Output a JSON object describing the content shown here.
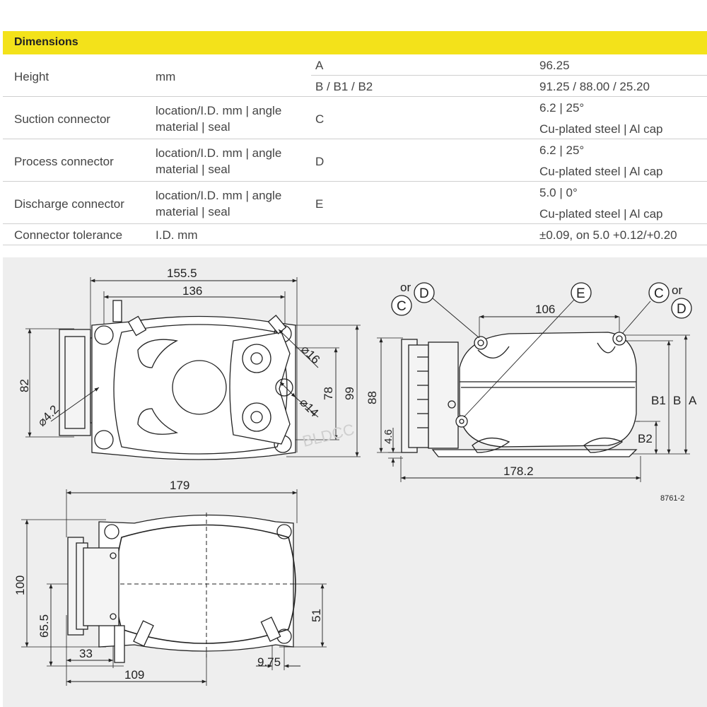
{
  "header": {
    "title": "Dimensions"
  },
  "table": {
    "height": {
      "label": "Height",
      "unit": "mm",
      "loc_a": "A",
      "val_a": "96.25",
      "loc_b": "B / B1 / B2",
      "val_b": "91.25 / 88.00 / 25.20"
    },
    "suction": {
      "label": "Suction connector",
      "unit1": "location/I.D. mm | angle",
      "unit2": "material | seal",
      "loc": "C",
      "val1": "6.2 | 25°",
      "val2": "Cu-plated steel | Al cap"
    },
    "process": {
      "label": "Process connector",
      "unit1": "location/I.D. mm | angle",
      "unit2": "material | seal",
      "loc": "D",
      "val1": "6.2 | 25°",
      "val2": "Cu-plated steel | Al cap"
    },
    "discharge": {
      "label": "Discharge connector",
      "unit1": "location/I.D. mm | angle",
      "unit2": "material | seal",
      "loc": "E",
      "val1": "5.0 | 0°",
      "val2": "Cu-plated steel | Al cap"
    },
    "tolerance": {
      "label": "Connector tolerance",
      "unit": "I.D. mm",
      "val": "±0.09, on 5.0 +0.12/+0.20"
    }
  },
  "drawing": {
    "top_view": {
      "d155": "155.5",
      "d136": "136",
      "d82": "82",
      "d78": "78",
      "d99": "99",
      "dia16": "⌀16",
      "dia14": "⌀14",
      "dia4": "⌀4.2"
    },
    "side_view": {
      "d106": "106",
      "d88": "88",
      "d46": "4.6",
      "d178": "178.2",
      "b1": "B1",
      "b": "B",
      "a": "A",
      "b2": "B2",
      "or1": "or",
      "c1": "C",
      "d1": "D",
      "e": "E",
      "c2": "C",
      "or2": "or",
      "d2": "D",
      "ref": "8761-2",
      "watermark": "BLDCC"
    },
    "bottom_view": {
      "d179": "179",
      "d100": "100",
      "d655": "65.5",
      "d33": "33",
      "d109": "109",
      "d975": "9.75",
      "d51": "51"
    }
  }
}
